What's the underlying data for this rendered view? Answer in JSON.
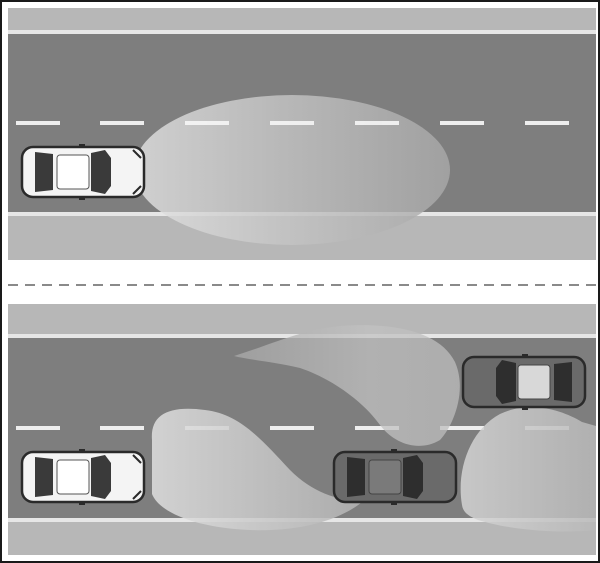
{
  "colors": {
    "frame": "#1a1a1a",
    "background": "#ffffff",
    "road": "#7e7e7e",
    "shoulder": "#b7b7b7",
    "edge_line": "#e6e6e6",
    "lane_dash": "#eeeeee",
    "beam_bright": "#d6d6d6",
    "beam_dim": "#a9a9a9",
    "separator": "#8a8a8a",
    "ego_car_body": "#f4f4f4",
    "other_car_body": "#6a6a6a",
    "car_outline": "#2a2a2a",
    "car_glass": "#3a3a3a"
  },
  "panels": [
    {
      "id": "top",
      "description_key": "high-beam-full",
      "cars": [
        {
          "role": "ego",
          "direction": "right"
        }
      ],
      "beam": "full-ellipse"
    },
    {
      "id": "bottom",
      "description_key": "adaptive-beam-masked",
      "cars": [
        {
          "role": "ego",
          "direction": "right"
        },
        {
          "role": "preceding",
          "direction": "right"
        },
        {
          "role": "oncoming",
          "direction": "left"
        }
      ],
      "beam": "shaped-cutout"
    }
  ]
}
